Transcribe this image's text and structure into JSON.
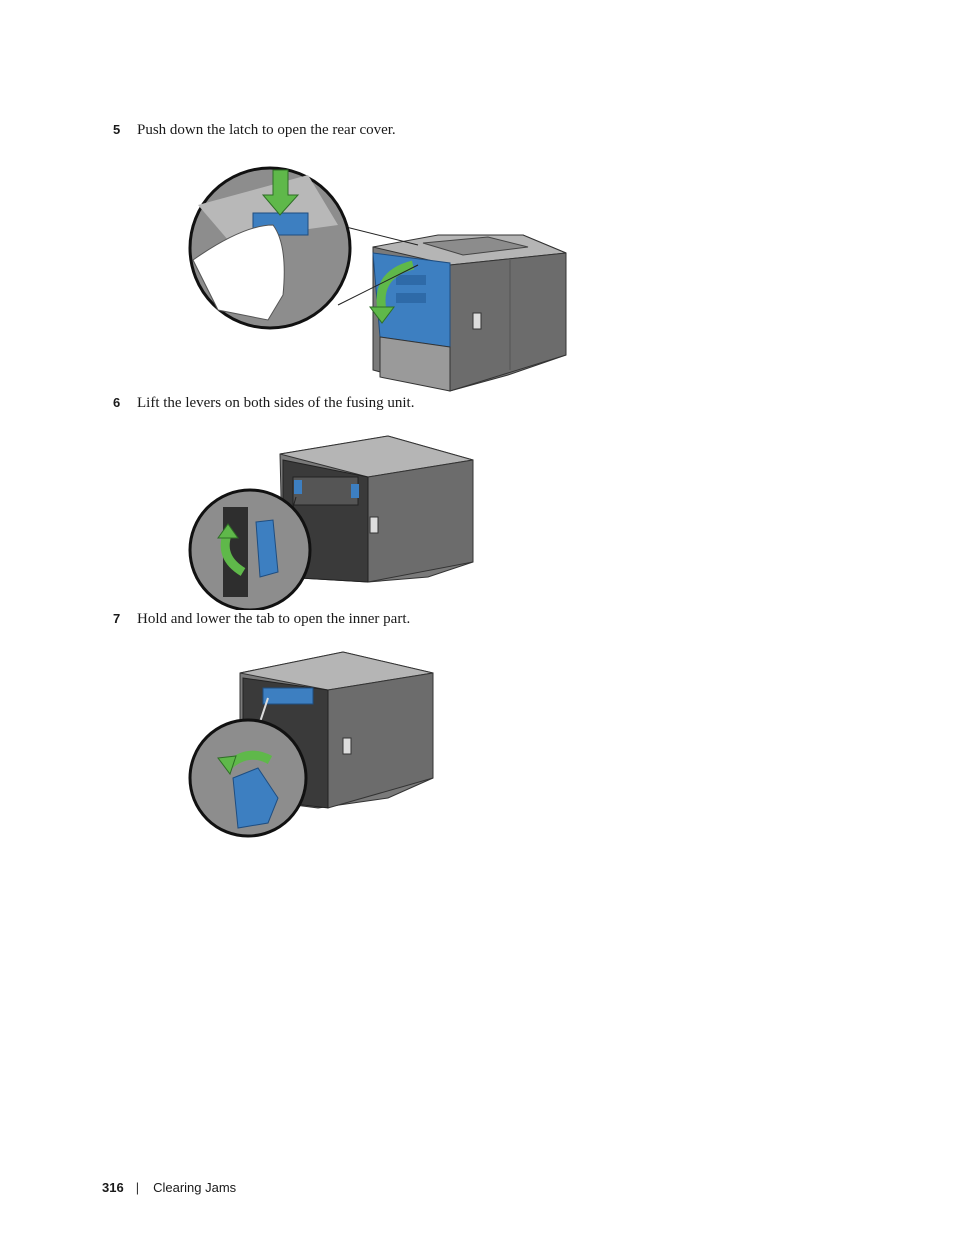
{
  "steps": [
    {
      "number": "5",
      "text": "Push down the latch to open the rear cover."
    },
    {
      "number": "6",
      "text": "Lift the levers on both sides of the fusing unit."
    },
    {
      "number": "7",
      "text": "Hold and lower the tab to open the inner part."
    }
  ],
  "footer": {
    "page_number": "316",
    "separator": "|",
    "section": "Clearing Jams"
  },
  "colors": {
    "accent_blue": "#3d7fc1",
    "arrow_green": "#5fb84a",
    "printer_gray": "#6b6b6b"
  }
}
